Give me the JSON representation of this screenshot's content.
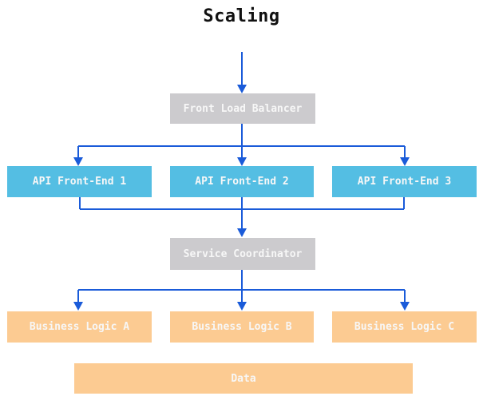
{
  "title": "Scaling",
  "colors": {
    "arrow_color": "#1a5bd9",
    "gray_box": "#cccbce",
    "cyan_box": "#54bee3",
    "orange_box": "#fccb92",
    "node_text": "#f7f7f7",
    "title_color": "#111111",
    "bg": "#ffffff"
  },
  "nodes": {
    "front_load_balancer": {
      "label": "Front Load Balancer",
      "color_role": "gray"
    },
    "api_front_end_1": {
      "label": "API Front-End 1",
      "color_role": "cyan"
    },
    "api_front_end_2": {
      "label": "API Front-End 2",
      "color_role": "cyan"
    },
    "api_front_end_3": {
      "label": "API Front-End 3",
      "color_role": "cyan"
    },
    "service_coordinator": {
      "label": "Service Coordinator",
      "color_role": "gray"
    },
    "business_logic_a": {
      "label": "Business Logic A",
      "color_role": "orange"
    },
    "business_logic_b": {
      "label": "Business Logic B",
      "color_role": "orange"
    },
    "business_logic_c": {
      "label": "Business Logic C",
      "color_role": "orange"
    },
    "data_store": {
      "label": "Data",
      "color_role": "orange"
    }
  },
  "edges": [
    {
      "from": "start",
      "to": "Front Load Balancer"
    },
    {
      "from": "Front Load Balancer",
      "to": "API Front-End 1"
    },
    {
      "from": "Front Load Balancer",
      "to": "API Front-End 2"
    },
    {
      "from": "Front Load Balancer",
      "to": "API Front-End 3"
    },
    {
      "from": "API Front-End 1",
      "to": "Service Coordinator"
    },
    {
      "from": "API Front-End 2",
      "to": "Service Coordinator"
    },
    {
      "from": "API Front-End 3",
      "to": "Service Coordinator"
    },
    {
      "from": "Service Coordinator",
      "to": "Business Logic A"
    },
    {
      "from": "Service Coordinator",
      "to": "Business Logic B"
    },
    {
      "from": "Service Coordinator",
      "to": "Business Logic C"
    }
  ]
}
